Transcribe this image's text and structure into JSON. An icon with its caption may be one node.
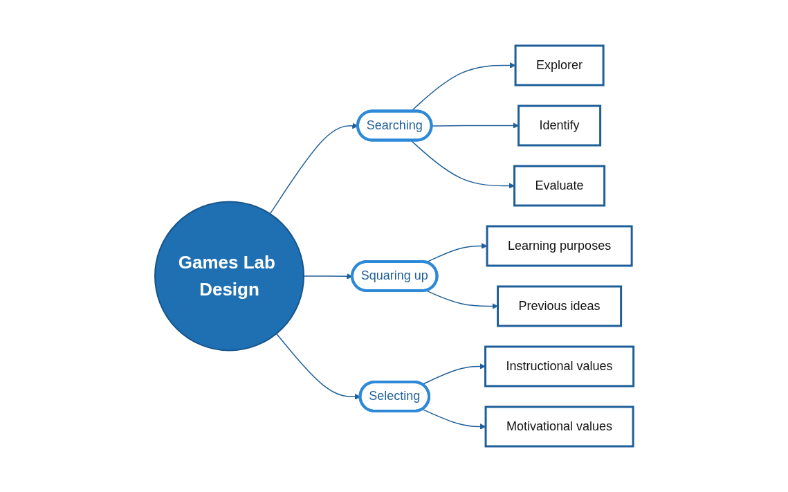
{
  "diagram": {
    "nodes": [
      {
        "text": [
          "Games Lab Design"
        ]
      },
      {
        "text": [
          "Searching"
        ]
      },
      {
        "text": [
          "Squaring up"
        ]
      },
      {
        "text": [
          "Selecting"
        ]
      },
      {
        "text": [
          "Explorer"
        ]
      },
      {
        "text": [
          "Identify"
        ]
      },
      {
        "text": [
          "Evaluate"
        ]
      },
      {
        "text": [
          "Learning purposes"
        ]
      },
      {
        "text": [
          "Previous ideas"
        ]
      },
      {
        "text": [
          "Instructional values"
        ]
      },
      {
        "text": [
          "Motivational values"
        ]
      }
    ],
    "edges": [
      {
        "from": 0,
        "to": 1,
        "arrow": "to"
      },
      {
        "from": 0,
        "to": 2,
        "arrow": "to"
      },
      {
        "from": 0,
        "to": 3,
        "arrow": "to"
      },
      {
        "from": 1,
        "to": 4,
        "arrow": "to"
      },
      {
        "from": 1,
        "to": 5,
        "arrow": "to"
      },
      {
        "from": 1,
        "to": 6,
        "arrow": "to"
      },
      {
        "from": 2,
        "to": 7,
        "arrow": "to"
      },
      {
        "from": 2,
        "to": 8,
        "arrow": "to"
      },
      {
        "from": 3,
        "to": 9,
        "arrow": "to"
      },
      {
        "from": 3,
        "to": 10,
        "arrow": "to"
      }
    ]
  }
}
